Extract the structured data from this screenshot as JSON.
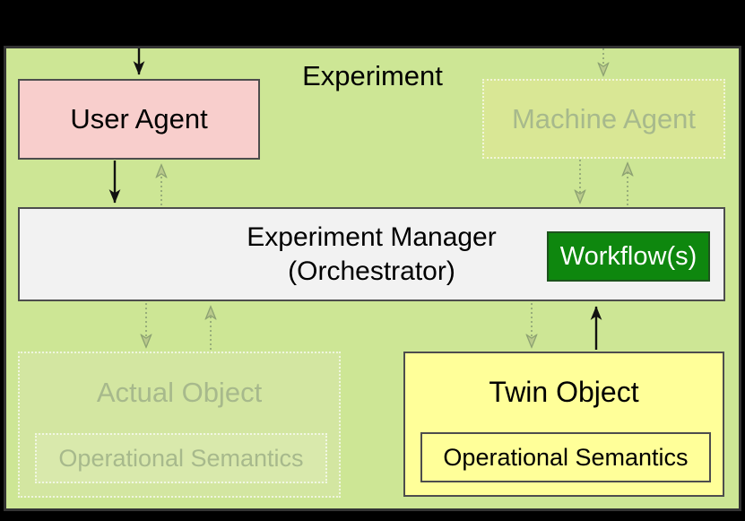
{
  "diagram": {
    "title": "Experiment",
    "nodes": {
      "user_agent": {
        "label": "User Agent",
        "fill": "#f8cecc",
        "faded": false
      },
      "machine_agent": {
        "label": "Machine Agent",
        "fill": "#d9e795",
        "faded": true
      },
      "experiment_manager": {
        "line1": "Experiment Manager",
        "line2": "(Orchestrator)",
        "fill": "#f2f2f2",
        "faded": false
      },
      "workflow": {
        "label": "Workflow(s)",
        "fill": "#0e870e",
        "text_color": "#ffffff",
        "faded": false
      },
      "actual_object": {
        "label": "Actual Object",
        "child_label": "Operational Semantics",
        "fill": "#d3e6a1",
        "faded": true
      },
      "twin_object": {
        "label": "Twin Object",
        "child_label": "Operational Semantics",
        "fill": "#ffff99",
        "faded": false
      }
    },
    "edges": [
      {
        "from": "external-top",
        "to": "user_agent",
        "style": "solid"
      },
      {
        "from": "user_agent",
        "to": "experiment_manager",
        "style": "solid"
      },
      {
        "from": "experiment_manager",
        "to": "user_agent",
        "style": "dotted"
      },
      {
        "from": "external-top",
        "to": "machine_agent",
        "style": "dotted"
      },
      {
        "from": "machine_agent",
        "to": "experiment_manager",
        "style": "dotted"
      },
      {
        "from": "experiment_manager",
        "to": "machine_agent",
        "style": "dotted"
      },
      {
        "from": "experiment_manager",
        "to": "actual_object",
        "style": "dotted"
      },
      {
        "from": "actual_object",
        "to": "experiment_manager",
        "style": "dotted"
      },
      {
        "from": "experiment_manager",
        "to": "twin_object",
        "style": "dotted"
      },
      {
        "from": "twin_object",
        "to": "experiment_manager",
        "style": "solid"
      }
    ],
    "colors": {
      "page_background": "#000000",
      "experiment_background": "#cde695",
      "frame_border": "#333333",
      "active_border": "#4d4d4d",
      "solid_arrow": "#111111",
      "dotted_arrow": "#93a877",
      "faded_text": "#a7b98c"
    }
  }
}
